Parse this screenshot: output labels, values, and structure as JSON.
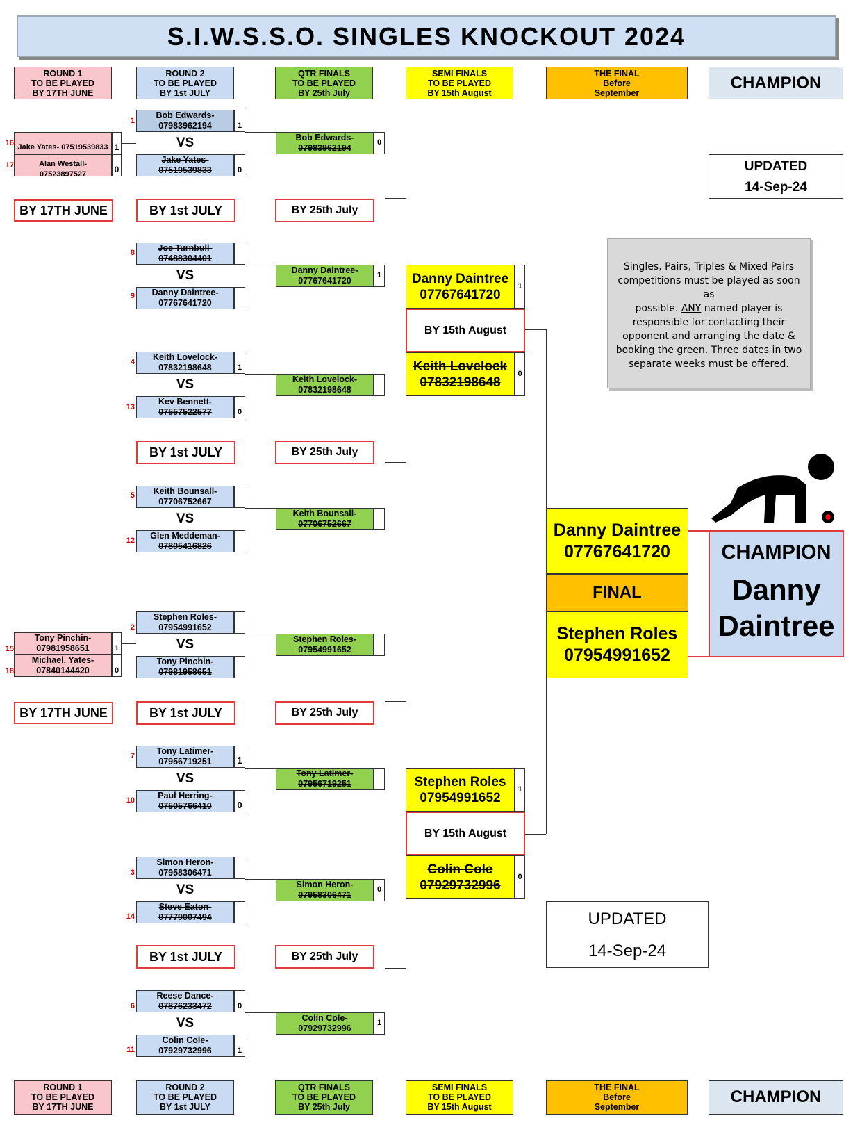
{
  "title": "S.I.W.S.S.O.  SINGLES  KNOCKOUT  2024",
  "headers": {
    "r1": [
      "ROUND 1",
      "TO BE PLAYED",
      "BY 17TH JUNE"
    ],
    "r2": [
      "ROUND 2",
      "TO BE PLAYED",
      "BY 1st JULY"
    ],
    "qf": [
      "QTR FINALS",
      "TO BE PLAYED",
      "BY 25th July"
    ],
    "sf": [
      "SEMI FINALS",
      "TO BE PLAYED",
      "BY 15th August"
    ],
    "fn": [
      "THE FINAL",
      "Before",
      "September"
    ],
    "ch": "CHAMPION"
  },
  "deadlines": {
    "r1": "BY 17TH JUNE",
    "r2": "BY 1st JULY",
    "qf": "BY 25th July",
    "sf": "BY 15th August"
  },
  "vs": "VS",
  "round1": {
    "top": {
      "p1": {
        "seed": "16",
        "name": "Jake Yates- 07519539833",
        "score": "1"
      },
      "p2": {
        "seed": "17",
        "name": "Alan Westall- 07523897527",
        "score": "0"
      }
    },
    "bottom": {
      "p1": {
        "seed": "15",
        "name": "Tony Pinchin-",
        "phone": "07981958651",
        "score": "1"
      },
      "p2": {
        "seed": "18",
        "name": "Michael. Yates-",
        "phone": "07840144420",
        "score": "0"
      }
    }
  },
  "round2": [
    {
      "a": {
        "seed": "1",
        "name": "Bob Edwards-",
        "phone": "07983962194",
        "score": "1"
      },
      "b": {
        "seed": "",
        "name": "Jake Yates-",
        "phone": "07519539833",
        "score": "0"
      }
    },
    {
      "a": {
        "seed": "8",
        "name": "Joe Turnbull-",
        "phone": "07488304401",
        "score": ""
      },
      "b": {
        "seed": "9",
        "name": "Danny Daintree-",
        "phone": "07767641720",
        "score": ""
      }
    },
    {
      "a": {
        "seed": "4",
        "name": "Keith Lovelock-",
        "phone": "07832198648",
        "score": "1"
      },
      "b": {
        "seed": "13",
        "name": "Kev Bennett-",
        "phone": "07557522577",
        "score": "0"
      }
    },
    {
      "a": {
        "seed": "5",
        "name": "Keith Bounsall-",
        "phone": "07706752667",
        "score": ""
      },
      "b": {
        "seed": "12",
        "name": "Glen Meddeman-",
        "phone": "07805416826",
        "score": ""
      }
    },
    {
      "a": {
        "seed": "2",
        "name": "Stephen Roles-",
        "phone": "07954991652",
        "score": ""
      },
      "b": {
        "seed": "",
        "name": "Tony Pinchin-",
        "phone": "07981958651",
        "score": ""
      }
    },
    {
      "a": {
        "seed": "7",
        "name": "Tony Latimer-",
        "phone": "07956719251",
        "score": "1"
      },
      "b": {
        "seed": "10",
        "name": "Paul Herring-",
        "phone": "07505766410",
        "score": "0"
      }
    },
    {
      "a": {
        "seed": "3",
        "name": "Simon Heron-",
        "phone": "07958306471",
        "score": ""
      },
      "b": {
        "seed": "14",
        "name": "Steve Eaton-",
        "phone": "07779007494",
        "score": ""
      }
    },
    {
      "a": {
        "seed": "6",
        "name": "Reese Dance-",
        "phone": "07876233472",
        "score": "0"
      },
      "b": {
        "seed": "11",
        "name": "Colin Cole-",
        "phone": "07929732996",
        "score": "1"
      }
    }
  ],
  "quarterfinals": [
    {
      "name": "Bob Edwards-",
      "phone": "07983962194",
      "score": "0"
    },
    {
      "name": "Danny Daintree-",
      "phone": "07767641720",
      "score": "1"
    },
    {
      "name": "Keith Lovelock-",
      "phone": "07832198648",
      "score": ""
    },
    {
      "name": "Keith Bounsall-",
      "phone": "07706752667",
      "score": ""
    },
    {
      "name": "Stephen Roles-",
      "phone": "07954991652",
      "score": ""
    },
    {
      "name": "Tony Latimer-",
      "phone": "07956719251",
      "score": ""
    },
    {
      "name": "Simon Heron-",
      "phone": "07958306471",
      "score": "0"
    },
    {
      "name": "Colin Cole-",
      "phone": "07929732996",
      "score": "1"
    }
  ],
  "semifinals": [
    {
      "name": "Danny Daintree",
      "phone": "07767641720",
      "score": "1"
    },
    {
      "name": "Keith Lovelock",
      "phone": "07832198648",
      "score": "0"
    },
    {
      "name": "Stephen Roles",
      "phone": "07954991652",
      "score": "1"
    },
    {
      "name": "Colin Cole",
      "phone": "07929732996",
      "score": "0"
    }
  ],
  "final": {
    "p1": {
      "name": "Danny Daintree",
      "phone": "07767641720"
    },
    "label": "FINAL",
    "p2": {
      "name": "Stephen Roles",
      "phone": "07954991652"
    }
  },
  "champion": {
    "label": "CHAMPION",
    "first": "Danny",
    "last": "Daintree"
  },
  "updated": {
    "label": "UPDATED",
    "date": "14-Sep-24"
  },
  "note": {
    "line1": "Singles, Pairs, Triples & Mixed Pairs",
    "line2": "competitions must be played as soon as",
    "line3a": "possible. ",
    "line3b": "ANY",
    "line3c": " named player is",
    "line4": "responsible for contacting their",
    "line5": "opponent and arranging the date  &",
    "line6": "booking the green. Three dates in two",
    "line7": "separate weeks must be offered."
  },
  "icon": "bowler-icon"
}
